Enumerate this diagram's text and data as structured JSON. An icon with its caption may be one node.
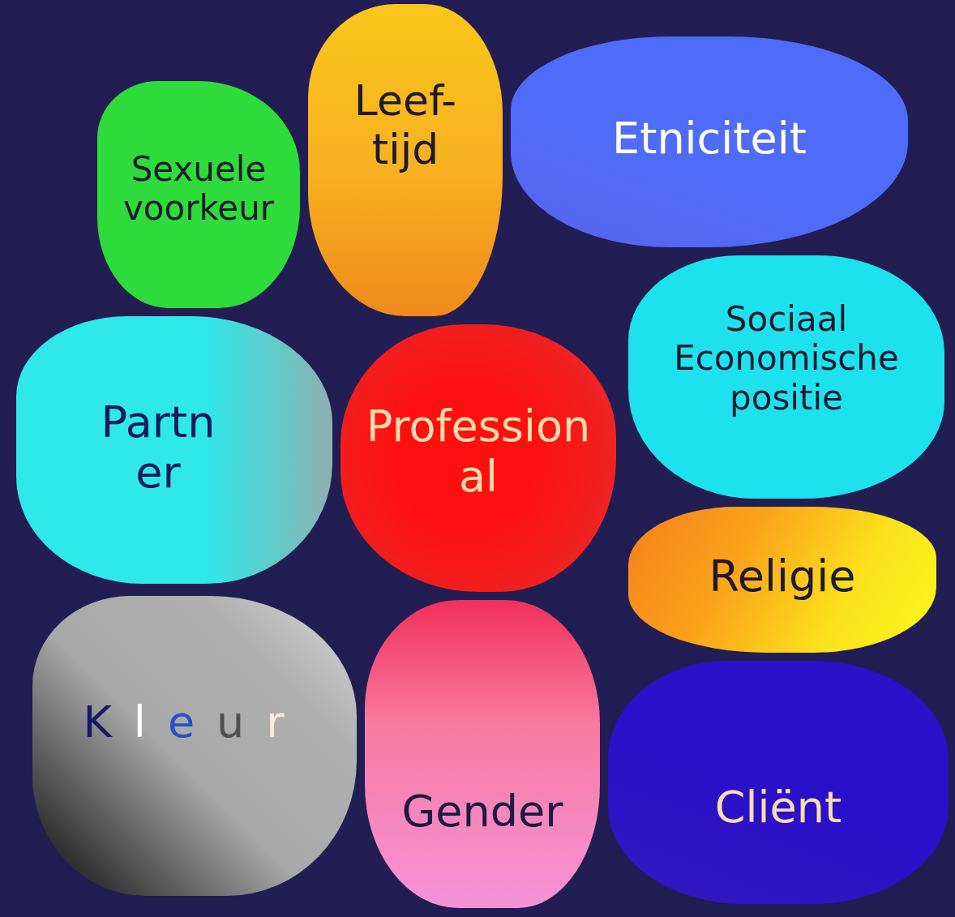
{
  "diagram": {
    "nodes": [
      {
        "text": [
          "Leef- tijd"
        ]
      },
      {
        "text": [
          "Etniciteit"
        ]
      },
      {
        "text": [
          "Sexuele voorkeur"
        ]
      },
      {
        "text": [
          "Sociaal Economische positie"
        ]
      },
      {
        "text": [
          "Partn er"
        ]
      },
      {
        "text": [
          "Profession al"
        ]
      },
      {
        "text": [
          "Religie"
        ]
      },
      {
        "text": [
          "Kleur"
        ]
      },
      {
        "text": [
          "Gender"
        ]
      },
      {
        "text": [
          "Cliënt"
        ]
      }
    ],
    "edges": []
  }
}
